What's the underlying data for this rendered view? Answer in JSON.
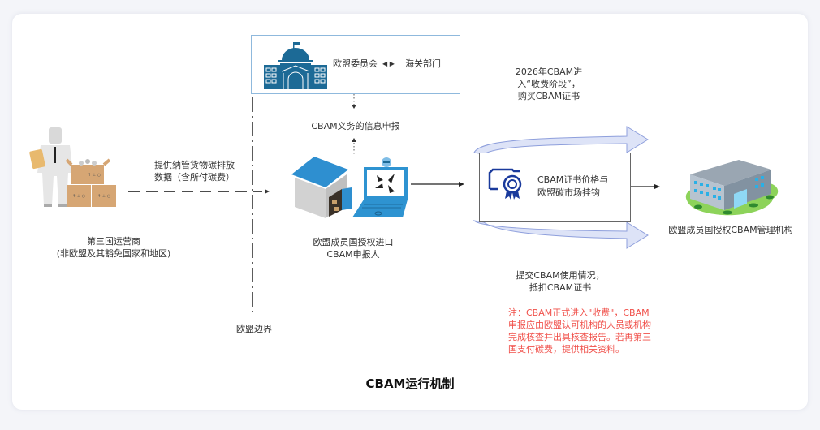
{
  "title": "CBAM运行机制",
  "actors": {
    "operator": {
      "label_line1": "第三国运营商",
      "label_line2": "(非欧盟及其豁免国家和地区)"
    },
    "declarant": {
      "label_line1": "欧盟成员国授权进口",
      "label_line2": "CBAM申报人"
    },
    "authority": {
      "label": "欧盟成员国授权CBAM管理机构"
    },
    "commission_box": {
      "left": "欧盟委员会",
      "arrow": "◀ ▶",
      "right": "海关部门"
    }
  },
  "flows": {
    "data_submission_line1": "提供纳管货物碳排放",
    "data_submission_line2": "数据（含所付碳费）",
    "info_declaration": "CBAM义务的信息申报",
    "purchase_line1": "2026年CBAM进",
    "purchase_line2": "入“收费阶段”，",
    "purchase_line3": "购买CBAM证书",
    "submit_line1": "提交CBAM使用情况，",
    "submit_line2": "抵扣CBAM证书"
  },
  "center_box": {
    "line1": "CBAM证书价格与",
    "line2": "欧盟碳市场挂钩"
  },
  "boundary_label": "欧盟边界",
  "note": {
    "line1": "注：CBAM正式进入\"收费\"，CBAM",
    "line2": "申报应由欧盟认可机构的人员或机构",
    "line3": "完成核查并出具核查报告。若再第三",
    "line4": "国支付碳费，提供相关资料。"
  },
  "colors": {
    "primary_blue": "#1c6a96",
    "accent_blue": "#2e93d1",
    "flow_arrow_fill": "#dde3f7",
    "flow_arrow_stroke": "#8e9fdc",
    "note_red": "#f0504a"
  }
}
